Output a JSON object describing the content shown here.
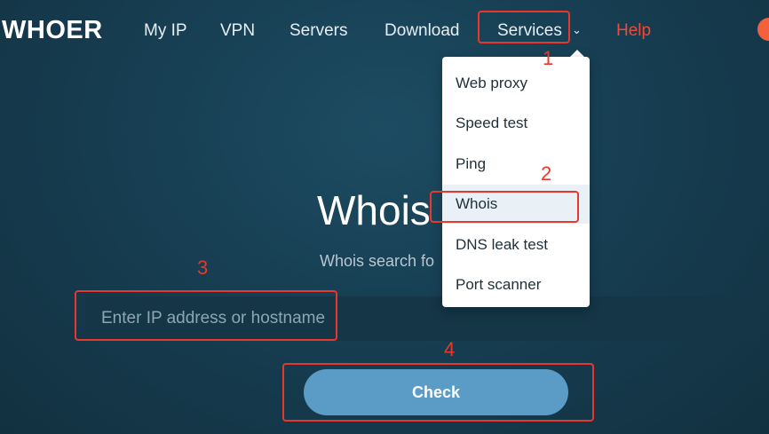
{
  "header": {
    "logo": "WHOER",
    "nav": {
      "my_ip": "My IP",
      "vpn": "VPN",
      "servers": "Servers",
      "download": "Download",
      "services": "Services",
      "help": "Help"
    },
    "chevron": "⌄"
  },
  "dropdown": {
    "items": [
      "Web proxy",
      "Speed test",
      "Ping",
      "Whois",
      "DNS leak test",
      "Port scanner"
    ],
    "active": "Whois"
  },
  "main": {
    "title": "Whois l",
    "subtitle": "Whois search fo",
    "search": {
      "placeholder": "Enter IP address or hostname",
      "value": ""
    },
    "check_label": "Check"
  },
  "annotations": [
    "1",
    "2",
    "3",
    "4"
  ],
  "colors": {
    "background": "#173e52",
    "accent_button": "#5b9cc6",
    "help_link": "#ef4a3a",
    "annotation": "#e8372c",
    "avatar": "#f2603c"
  }
}
